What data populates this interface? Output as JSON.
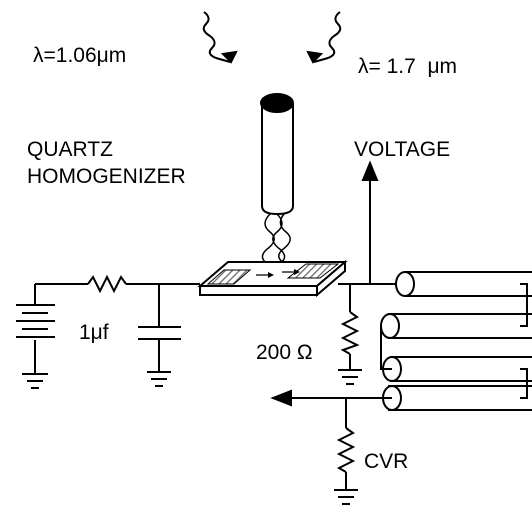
{
  "labels": {
    "lambda_left": "λ=1.06μm",
    "lambda_right": "λ= 1.7  μm",
    "quartz_line1": "QUARTZ",
    "quartz_line2": "HOMOGENIZER",
    "voltage": "VOLTAGE",
    "capacitance": "1μf",
    "resistance": "200 Ω",
    "cvr": "CVR"
  },
  "colors": {
    "ink": "#000000",
    "background": "#ffffff",
    "sample_stripe": "#8a8a8a"
  }
}
